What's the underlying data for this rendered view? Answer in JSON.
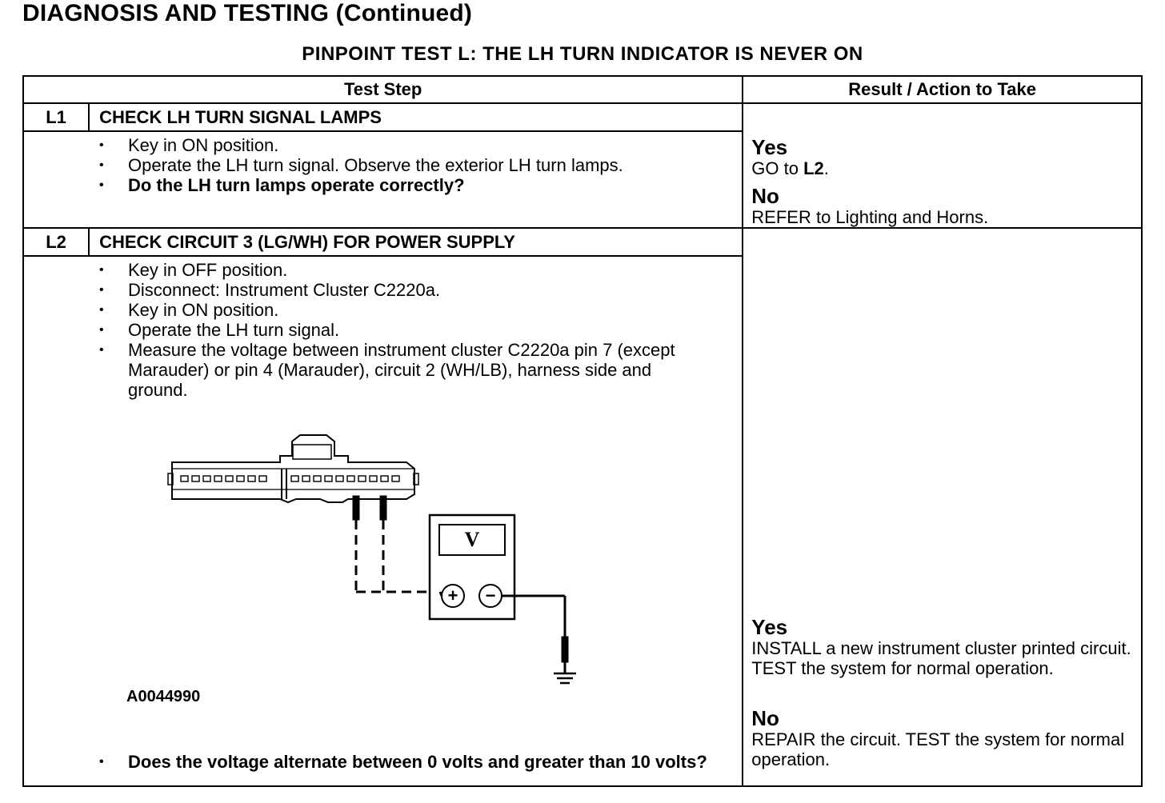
{
  "header": {
    "title": "DIAGNOSIS AND TESTING (Continued)"
  },
  "test": {
    "title": "PINPOINT TEST L: THE LH TURN INDICATOR IS NEVER ON"
  },
  "table": {
    "col_step": "Test Step",
    "col_result": "Result / Action to Take"
  },
  "steps": [
    {
      "id": "L1",
      "title": "CHECK LH TURN SIGNAL LAMPS",
      "bullets": [
        "Key in ON position.",
        "Operate the LH turn signal. Observe the exterior LH turn lamps."
      ],
      "question": "Do the LH turn lamps operate correctly?",
      "yes_label": "Yes",
      "yes_action_prefix": "GO to ",
      "yes_action_ref": "L2",
      "yes_action_suffix": ".",
      "no_label": "No",
      "no_action": "REFER to Lighting and Horns."
    },
    {
      "id": "L2",
      "title": "CHECK CIRCUIT 3 (LG/WH) FOR POWER SUPPLY",
      "bullets": [
        "Key in OFF position.",
        "Disconnect: Instrument Cluster C2220a.",
        "Key in ON position.",
        "Operate the LH turn signal.",
        "Measure the voltage between instrument cluster C2220a pin 7 (except Marauder) or pin 4 (Marauder), circuit 2 (WH/LB), harness side and ground."
      ],
      "figure_id": "A0044990",
      "meter_label": "V",
      "meter_plus": "+",
      "meter_minus": "−",
      "question": "Does the voltage alternate between 0 volts and greater than 10 volts?",
      "yes_label": "Yes",
      "yes_action": "INSTALL a new instrument cluster printed circuit. TEST the system for normal operation.",
      "no_label": "No",
      "no_action": "REPAIR the circuit. TEST the system for normal operation."
    }
  ]
}
